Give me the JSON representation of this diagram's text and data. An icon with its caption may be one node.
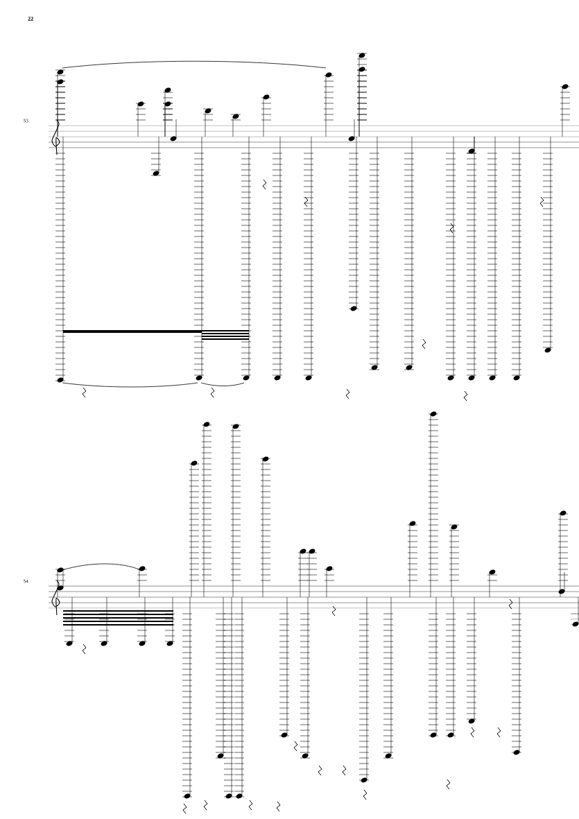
{
  "diagram": {
    "labels": [
      "22",
      "53",
      "54"
    ]
  }
}
